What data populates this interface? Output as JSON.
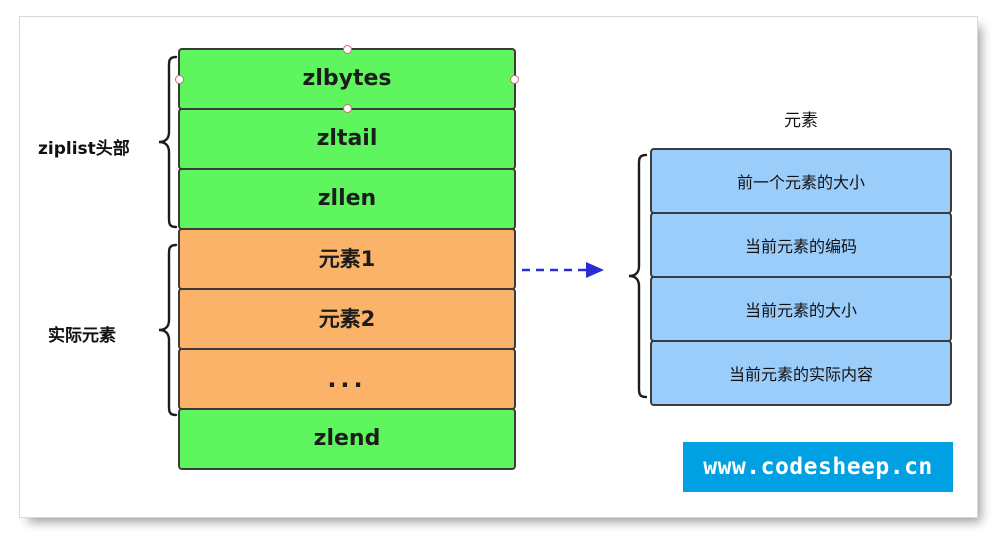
{
  "diagram": {
    "title_right": "元素",
    "left_stack": {
      "label_header": "ziplist头部",
      "label_entries": "实际元素",
      "rows": [
        {
          "text": "zlbytes",
          "color": "#5ff55f",
          "group": "header",
          "selected": true
        },
        {
          "text": "zltail",
          "color": "#5ff55f",
          "group": "header",
          "selected": false
        },
        {
          "text": "zllen",
          "color": "#5ff55f",
          "group": "header",
          "selected": false
        },
        {
          "text": "元素1",
          "color": "#fbb36a",
          "group": "entries",
          "selected": false
        },
        {
          "text": "元素2",
          "color": "#fbb36a",
          "group": "entries",
          "selected": false
        },
        {
          "text": "...",
          "color": "#fbb36a",
          "group": "entries",
          "selected": false
        },
        {
          "text": "zlend",
          "color": "#5ff55f",
          "group": "footer",
          "selected": false
        }
      ]
    },
    "right_stack": {
      "rows": [
        {
          "text": "前一个元素的大小"
        },
        {
          "text": "当前元素的编码"
        },
        {
          "text": "当前元素的大小"
        },
        {
          "text": "当前元素的实际内容"
        }
      ]
    },
    "connector": {
      "style": "dashed-arrow",
      "color": "#2b2bd6"
    },
    "watermark": {
      "text": "www.codesheep.cn",
      "background": "#00a0e2",
      "text_color": "#ffffff"
    },
    "colors": {
      "green": "#5ff55f",
      "orange": "#fbb36a",
      "blue": "#9bcdfb",
      "stroke": "#3b3b3b",
      "handle": "#d06a74",
      "arrow": "#2b2bd6"
    }
  }
}
